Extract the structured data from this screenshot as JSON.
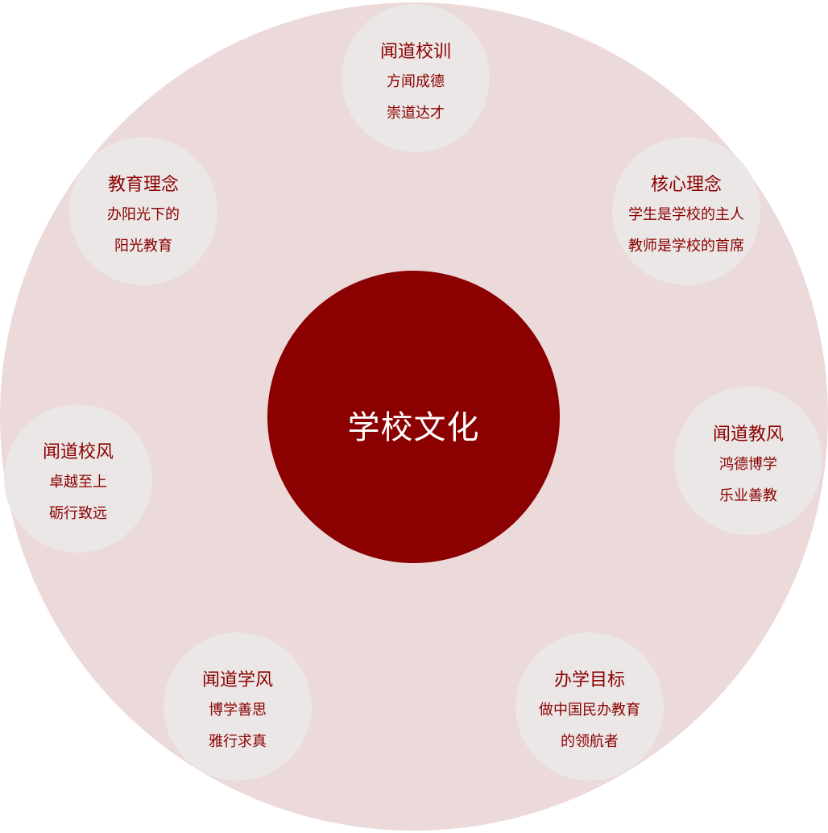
{
  "center": {
    "title": "学校文化"
  },
  "nodes": [
    {
      "id": "school-motto",
      "title": "闻道校训",
      "lines": [
        "方闻成德",
        "崇道达才"
      ]
    },
    {
      "id": "core-concept",
      "title": "核心理念",
      "lines": [
        "学生是学校的主人",
        "教师是学校的首席"
      ]
    },
    {
      "id": "teaching-style",
      "title": "闻道教风",
      "lines": [
        "鸿德博学",
        "乐业善教"
      ]
    },
    {
      "id": "school-goal",
      "title": "办学目标",
      "lines": [
        "做中国民办教育",
        "的领航者"
      ]
    },
    {
      "id": "study-style",
      "title": "闻道学风",
      "lines": [
        "博学善思",
        "雅行求真"
      ]
    },
    {
      "id": "school-spirit",
      "title": "闻道校风",
      "lines": [
        "卓越至上",
        "砺行致远"
      ]
    },
    {
      "id": "education-philosophy",
      "title": "教育理念",
      "lines": [
        "办阳光下的",
        "阳光教育"
      ]
    }
  ],
  "colors": {
    "outer": "#ecd9da",
    "center": "#8b0000",
    "node": "#ebe7e6",
    "text": "#8b0000"
  }
}
